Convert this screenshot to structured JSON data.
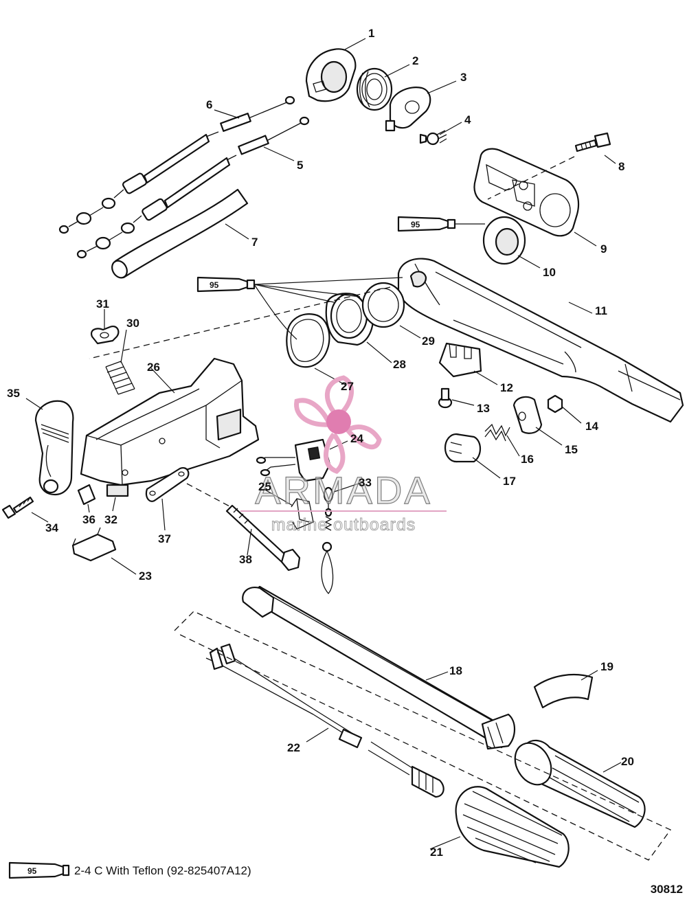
{
  "diagram": {
    "callouts": [
      "1",
      "2",
      "3",
      "4",
      "5",
      "6",
      "7",
      "8",
      "9",
      "10",
      "11",
      "12",
      "13",
      "14",
      "15",
      "16",
      "17",
      "18",
      "19",
      "20",
      "21",
      "22",
      "23",
      "24",
      "25",
      "26",
      "27",
      "28",
      "29",
      "30",
      "31",
      "32",
      "33",
      "34",
      "35",
      "36",
      "37",
      "38"
    ],
    "sealant_tube_label": "95",
    "legend": {
      "tube_label": "95",
      "text": "2-4 C With Teflon (92-825407A12)"
    },
    "figure_number": "30812"
  },
  "watermark": {
    "brand": "ARMADA",
    "tagline": "marine outboards",
    "colors": {
      "logo_pink": "#e8a6c6",
      "logo_dot": "#e07db0",
      "rule_pink": "#e2a3c3"
    }
  },
  "colors": {
    "line": "#111111",
    "background": "#ffffff"
  }
}
